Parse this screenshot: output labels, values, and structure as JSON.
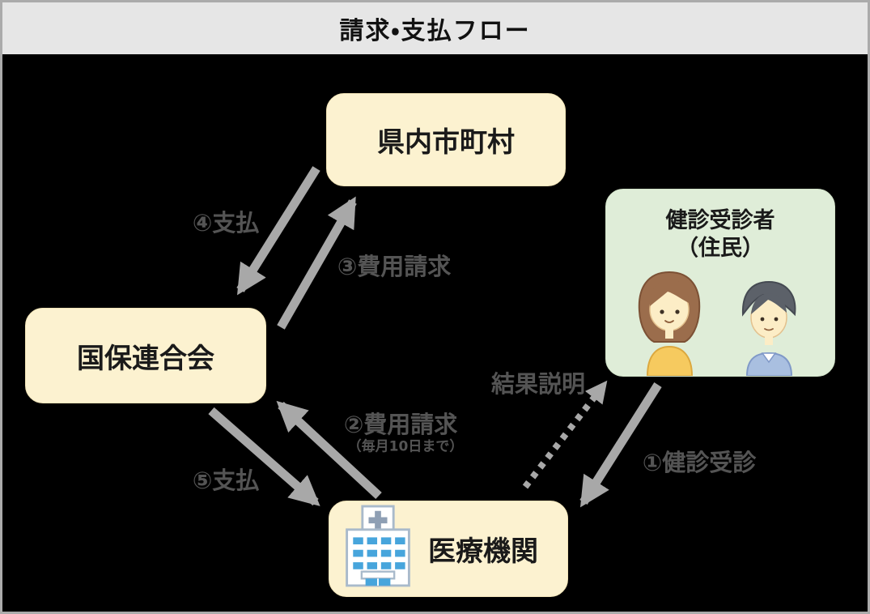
{
  "title": "請求・支払フロー",
  "nodes": {
    "municipalities": {
      "label": "県内市町村"
    },
    "examinees": {
      "line1": "健診受診者",
      "line2": "（住民）"
    },
    "federation": {
      "label": "国保連合会"
    },
    "medical": {
      "label": "医療機関"
    }
  },
  "arrows": {
    "a1": {
      "label": "①健診受診"
    },
    "a2": {
      "label": "②費用請求",
      "sublabel": "（毎月10日まで）"
    },
    "a3": {
      "label": "③費用請求"
    },
    "a4": {
      "label": "④支払"
    },
    "a5": {
      "label": "⑤支払"
    },
    "result": {
      "label": "結果説明"
    }
  },
  "icons": {
    "hospital": "hospital-building-icon",
    "woman": "woman-face-illustration",
    "man": "man-face-illustration"
  },
  "colors": {
    "background": "#000000",
    "titlebar_bg": "#E6E6E6",
    "outer_border": "#ABABAB",
    "node_cream": "#FCF2D0",
    "node_green": "#DFEDD8",
    "arrow_gray": "#A8A8A8",
    "label_gray": "#545454",
    "window_blue": "#47A5DC",
    "hair_brown": "#9B6D4C",
    "hair_gray": "#5C6169",
    "top_yellow": "#F6CA5F",
    "shirt_blue": "#A9BFE0"
  }
}
